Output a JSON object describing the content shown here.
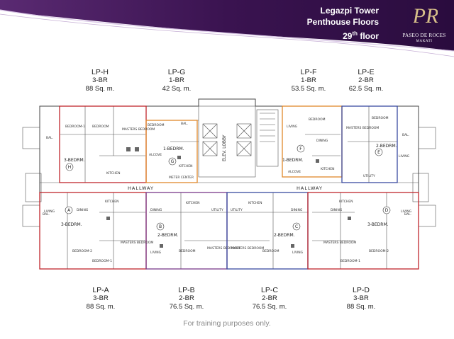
{
  "header": {
    "title_line1": "Legazpi Tower",
    "title_line2": "Penthouse Floors",
    "title_line3_num": "29",
    "title_line3_sup": "th",
    "title_line3_rest": " floor"
  },
  "logo": {
    "mark": "PR",
    "name": "PASEO DE ROCES",
    "city": "MAKATI"
  },
  "top_units": [
    {
      "code": "LP-H",
      "type": "3-BR",
      "area": "88 Sq. m."
    },
    {
      "code": "LP-G",
      "type": "1-BR",
      "area": "42 Sq. m."
    },
    {
      "code": "LP-F",
      "type": "1-BR",
      "area": "53.5 Sq. m."
    },
    {
      "code": "LP-E",
      "type": "2-BR",
      "area": "62.5 Sq. m."
    }
  ],
  "bottom_units": [
    {
      "code": "LP-A",
      "type": "3-BR",
      "area": "88 Sq. m."
    },
    {
      "code": "LP-B",
      "type": "2-BR",
      "area": "76.5 Sq. m."
    },
    {
      "code": "LP-C",
      "type": "2-BR",
      "area": "76.5 Sq. m."
    },
    {
      "code": "LP-D",
      "type": "3-BR",
      "area": "88 Sq. m."
    }
  ],
  "plan": {
    "hallway": "HALLWAY",
    "elev_lobby": "ELEV. LOBBY",
    "meter_center": "METER CENTER",
    "unit_names": {
      "h": "3-BEDRM.",
      "g": "1-BEDRM.",
      "f": "1-BEDRM.",
      "e": "2-BEDRM.",
      "a": "3-BEDRM.",
      "b": "2-BEDRM.",
      "c": "2-BEDRM.",
      "d": "3-BEDRM."
    },
    "rooms": {
      "bedroom": "BEDROOM",
      "bedroom1": "BEDROOM-1",
      "bedroom2": "BEDROOM-2",
      "masters": "MASTERS BEDROOM",
      "kitchen": "KITCHEN",
      "dining": "DINING",
      "living": "LIVING",
      "bal": "BAL.",
      "alcove": "ALCOVE",
      "utility": "UTILITY"
    },
    "markers": {
      "h": "H",
      "g": "G",
      "f": "F",
      "e": "E",
      "a": "A",
      "b": "B",
      "c": "C",
      "d": "D"
    }
  },
  "footer": "For training purposes only.",
  "colors": {
    "banner": "#3a1350",
    "red": "#c0272d",
    "orange": "#e0892b",
    "blue": "#3a4ba0",
    "purple": "#7a3a8a"
  }
}
